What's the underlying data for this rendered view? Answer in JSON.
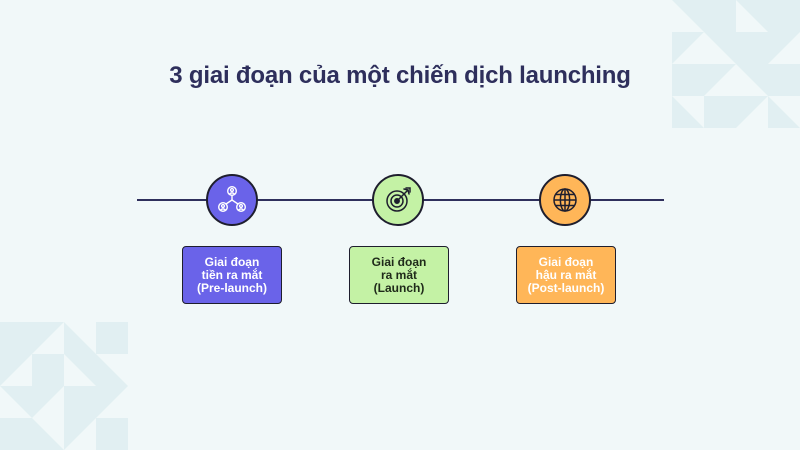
{
  "title": "3 giai đoạn của một chiến dịch launching",
  "colors": {
    "background": "#f1f8f9",
    "decoration": "#e1eff2",
    "title": "#2e2f5c",
    "timeline": "#2e2f5c",
    "outline": "#1e1e2e"
  },
  "stages": [
    {
      "icon": "people-network-icon",
      "color": "#6a63e9",
      "text_color": "#ffffff",
      "label_lines": [
        "Giai đoạn",
        "tiền ra mắt",
        "(Pre-launch)"
      ]
    },
    {
      "icon": "target-arrow-icon",
      "color": "#c4f2a5",
      "text_color": "#1f2a1a",
      "label_lines": [
        "Giai đoạn",
        "ra mắt",
        "(Launch)"
      ]
    },
    {
      "icon": "globe-icon",
      "color": "#ffb658",
      "text_color": "#ffffff",
      "label_lines": [
        "Giai đoạn",
        "hậu ra mắt",
        "(Post-launch)"
      ]
    }
  ]
}
